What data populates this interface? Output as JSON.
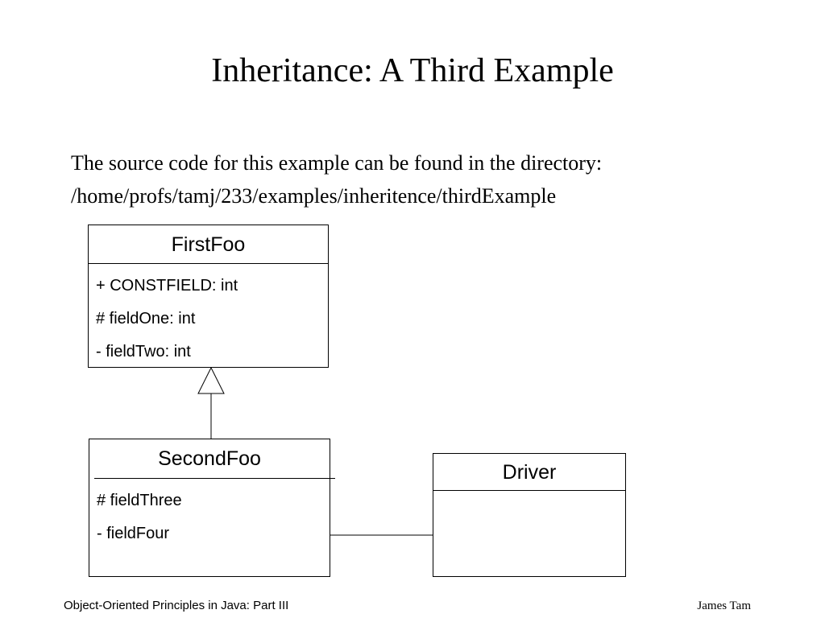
{
  "slide": {
    "title": "Inheritance: A Third Example",
    "body_lines": [
      "The source code for this example can be found in the directory:",
      "/home/profs/tamj/233/examples/inheritence/thirdExample"
    ]
  },
  "diagram": {
    "classes": {
      "first_foo": {
        "name": "FirstFoo",
        "attributes": [
          "+ CONSTFIELD: int",
          "# fieldOne: int",
          "- fieldTwo: int"
        ]
      },
      "second_foo": {
        "name": "SecondFoo",
        "attributes": [
          "# fieldThree",
          "- fieldFour"
        ]
      },
      "driver": {
        "name": "Driver",
        "attributes": []
      }
    },
    "relationships": [
      {
        "type": "generalization",
        "from": "SecondFoo",
        "to": "FirstFoo"
      },
      {
        "type": "association",
        "from": "SecondFoo",
        "to": "Driver"
      }
    ]
  },
  "footer": {
    "left": "Object-Oriented Principles in Java: Part III",
    "right": "James Tam"
  }
}
